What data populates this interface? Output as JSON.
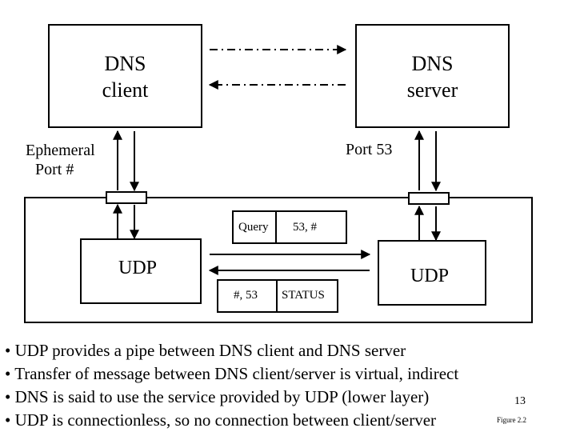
{
  "dns_client": {
    "line1": "DNS",
    "line2": "client"
  },
  "dns_server": {
    "line1": "DNS",
    "line2": "server"
  },
  "client_port_label": {
    "line1": "Ephemeral",
    "line2": "Port #"
  },
  "server_port_label": "Port 53",
  "udp_client_label": "UDP",
  "udp_server_label": "UDP",
  "query_packet": {
    "type": "Query",
    "ports": "53, #"
  },
  "response_packet": {
    "ports": "#, 53",
    "type": "STATUS"
  },
  "bullets": [
    "• UDP provides a pipe between DNS client and DNS server",
    "• Transfer of message between DNS client/server is virtual, indirect",
    "• DNS is said to use the service provided by UDP (lower layer)",
    "• UDP is connectionless, so no connection between client/server"
  ],
  "slide_number": "13",
  "figure_label": "Figure 2.2"
}
